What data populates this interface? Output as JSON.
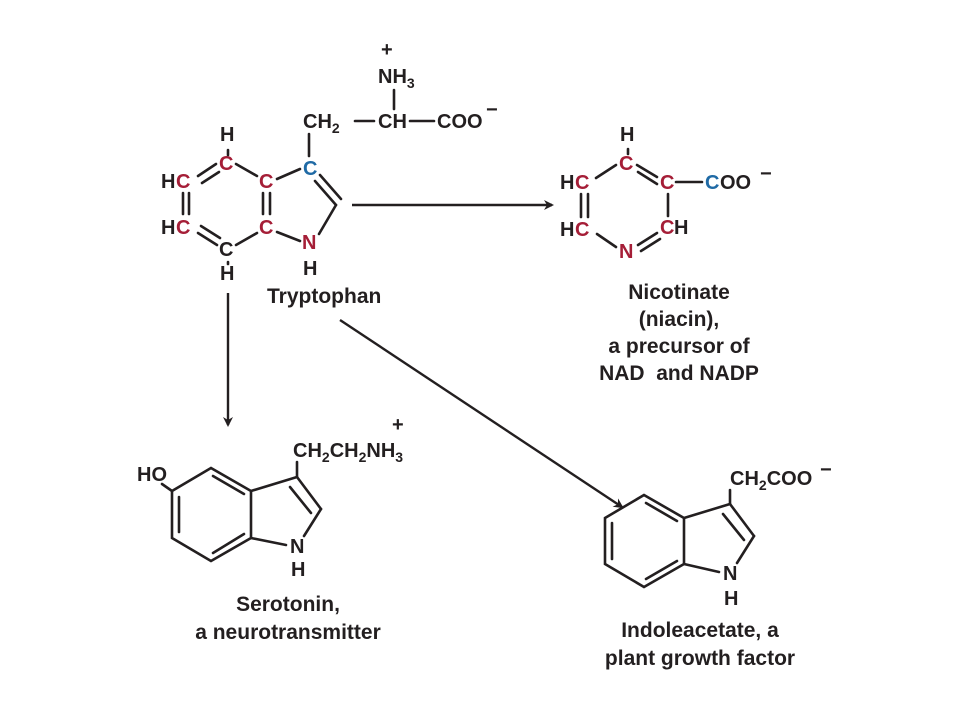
{
  "colors": {
    "ink": "#231f20",
    "red": "#a51e37",
    "blue": "#1f6aa5"
  },
  "tryptophan": {
    "charge": "+",
    "nh3": "NH",
    "nh3_sub": "3",
    "ch2": "CH",
    "ch2_sub": "2",
    "ch": "CH",
    "coo": "COO",
    "minus": "−",
    "h_top": "H",
    "h_bottom": "H",
    "h_n": "H",
    "hc1": "H",
    "hc2": "H",
    "c": "C",
    "n": "N",
    "label": "Tryptophan"
  },
  "nicotinate": {
    "h_top": "H",
    "h1": "H",
    "h2": "H",
    "h3": "H",
    "c": "C",
    "n": "N",
    "coo_c": "C",
    "coo_rest": "OO",
    "minus": "−",
    "label": [
      "Nicotinate",
      "(niacin),",
      "a precursor of",
      "NAD  and NADP"
    ]
  },
  "serotonin": {
    "charge": "+",
    "side": "CH",
    "side_sub1": "2",
    "side_mid": "CH",
    "side_sub2": "2",
    "side_nh": "NH",
    "side_sub3": "3",
    "ho": "HO",
    "n": "N",
    "h": "H",
    "label": [
      "Serotonin,",
      "a neurotransmitter"
    ]
  },
  "indoleacetate": {
    "side": "CH",
    "side_sub": "2",
    "side_coo": "COO",
    "minus": "−",
    "n": "N",
    "h": "H",
    "label": [
      "Indoleacetate, a",
      "plant growth factor"
    ]
  }
}
